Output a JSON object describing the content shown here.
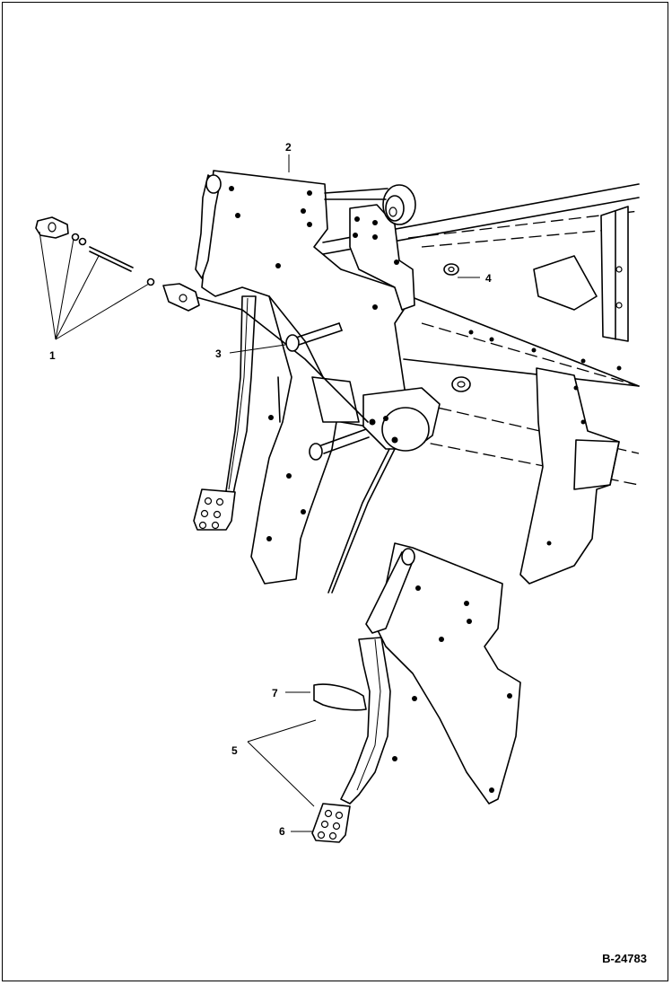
{
  "diagram": {
    "figure_code": "B-24783",
    "callouts": [
      {
        "id": "callout-1",
        "label": "1"
      },
      {
        "id": "callout-2",
        "label": "2"
      },
      {
        "id": "callout-3",
        "label": "3"
      },
      {
        "id": "callout-4",
        "label": "4"
      },
      {
        "id": "callout-5",
        "label": "5"
      },
      {
        "id": "callout-6",
        "label": "6"
      },
      {
        "id": "callout-7",
        "label": "7"
      }
    ]
  }
}
